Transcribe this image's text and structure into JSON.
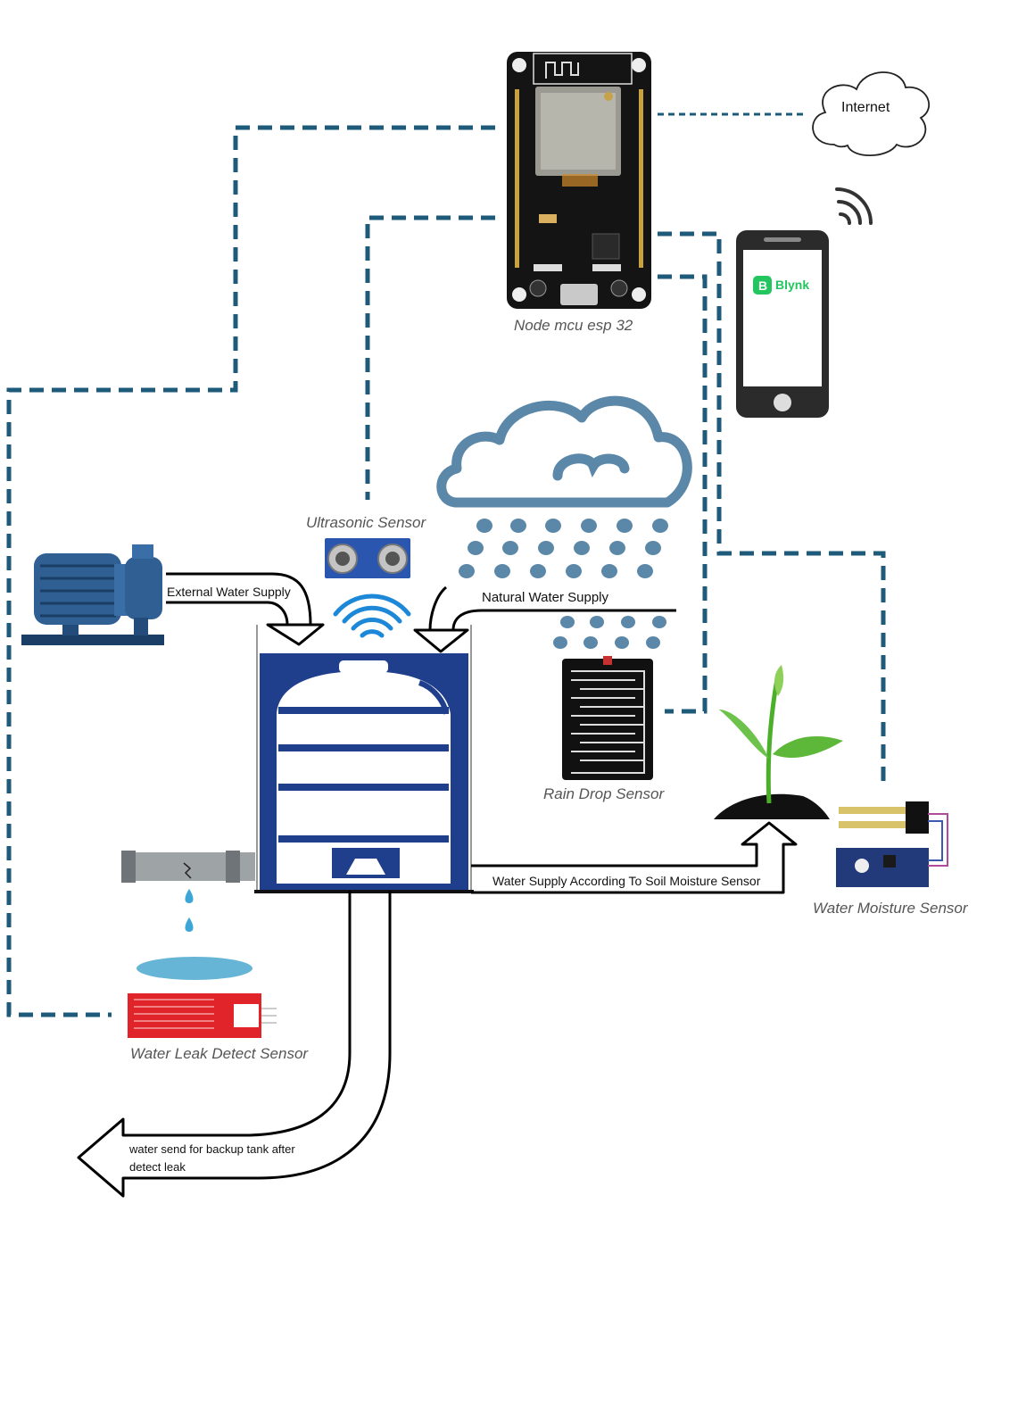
{
  "labels": {
    "node_mcu": "Node mcu esp 32",
    "internet": "Internet",
    "blynk": "Blynk",
    "blynk_badge": "B",
    "ultrasonic": "Ultrasonic Sensor",
    "external_supply": "External Water Supply",
    "natural_supply": "Natural Water Supply",
    "rain_drop": "Rain Drop Sensor",
    "soil_supply": "Water Supply According To Soil Moisture Sensor",
    "water_moisture": "Water Moisture Sensor",
    "leak_sensor": "Water Leak Detect Sensor",
    "backup_line1": "water send for backup tank after",
    "backup_line2": "detect leak"
  },
  "icons": [
    "esp32-board-icon",
    "cloud-internet-icon",
    "smartphone-icon",
    "wifi-signal-icon",
    "rain-cloud-icon",
    "water-pump-icon",
    "ultrasonic-sensor-icon",
    "sound-wave-icon",
    "water-tank-icon",
    "rain-drop-sensor-icon",
    "plant-icon",
    "soil-moisture-sensor-icon",
    "leaking-pipe-icon",
    "water-puddle-icon",
    "leak-sensor-icon"
  ],
  "colors": {
    "wire": "#1e5a7a",
    "tank": "#1f3f8c",
    "cloud": "#5b87a8",
    "pump": "#2f5f93",
    "blynk": "#23c55e",
    "leak_sensor": "#e0242a"
  }
}
